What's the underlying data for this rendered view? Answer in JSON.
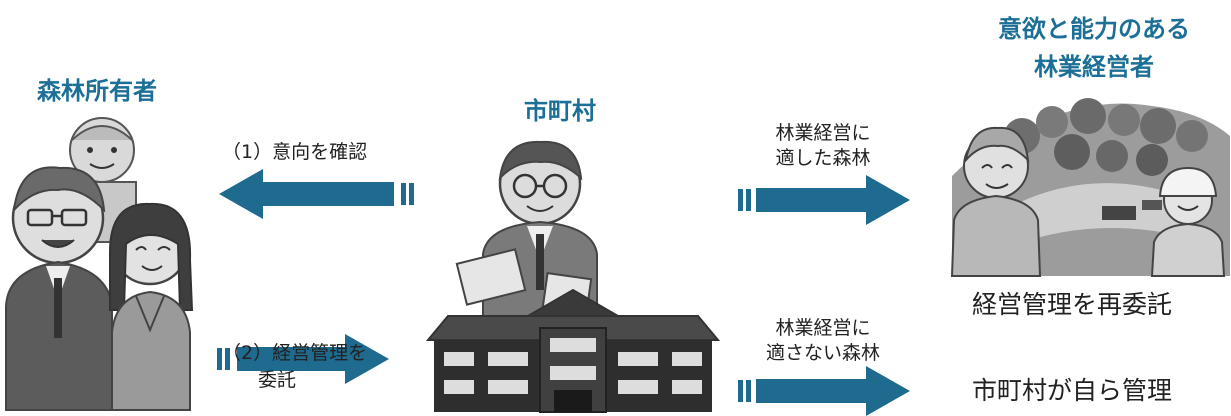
{
  "colors": {
    "accent": "#1c6f96",
    "arrow": "#1e6b8f",
    "illustration_gray": "#8a8a8a"
  },
  "headings": {
    "owners": "森林所有者",
    "municipality": "市町村",
    "operators_line1": "意欲と能力のある",
    "operators_line2": "林業経営者"
  },
  "arrows": {
    "confirm": "（1）意向を確認",
    "entrust_line1": "（2）経営管理を",
    "entrust_line2": "委託",
    "suitable_line1": "林業経営に",
    "suitable_line2": "適した森林",
    "unsuitable_line1": "林業経営に",
    "unsuitable_line2": "適さない森林"
  },
  "outcomes": {
    "reentrust": "経営管理を再委託",
    "self_manage": "市町村が自ら管理"
  },
  "icons": {
    "owners": "forest-owners-illustration",
    "official": "municipal-official-illustration",
    "building": "town-hall-illustration",
    "operators": "forestry-workers-illustration"
  }
}
